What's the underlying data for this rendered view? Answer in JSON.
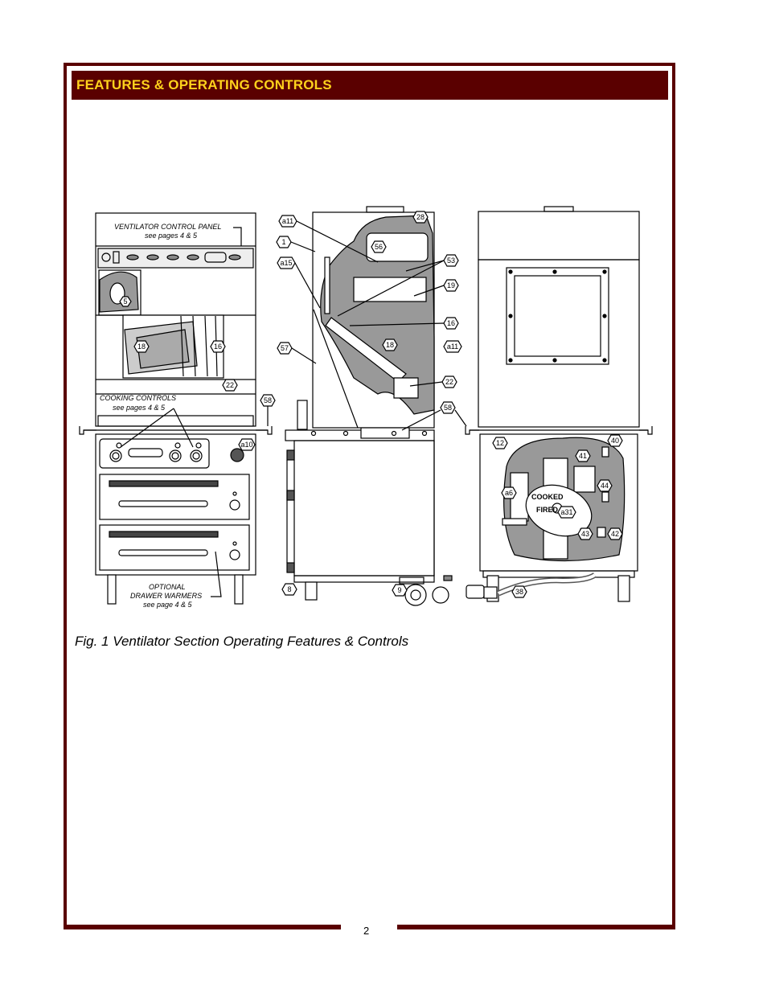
{
  "header": {
    "title": "FEATURES & OPERATING CONTROLS"
  },
  "figure": {
    "caption": "Fig. 1  Ventilator Section Operating Features & Controls",
    "callouts_left": {
      "ventilator_panel": "VENTILATOR CONTROL PANEL",
      "ventilator_panel_ref": "see pages 4 & 5",
      "cooking_controls": "COOKING CONTROLS",
      "cooking_controls_ref": "see pages 4 & 5",
      "drawer_warmers_1": "OPTIONAL",
      "drawer_warmers_2": "DRAWER WARMERS",
      "drawer_warmers_ref": "see page 4 & 5"
    },
    "part_numbers_left": [
      "5",
      "18",
      "16",
      "22",
      "58",
      "a10"
    ],
    "part_numbers_middle": [
      "a11",
      "28",
      "1",
      "56",
      "a15",
      "53",
      "19",
      "16",
      "57",
      "18",
      "a11",
      "22",
      "58",
      "8",
      "9"
    ],
    "part_numbers_right": [
      "12",
      "40",
      "41",
      "a6",
      "44",
      "a31",
      "43",
      "42",
      "38"
    ],
    "panel_text": {
      "cooked": "COOKED",
      "fired": "FIRED"
    }
  },
  "page_number": "2"
}
